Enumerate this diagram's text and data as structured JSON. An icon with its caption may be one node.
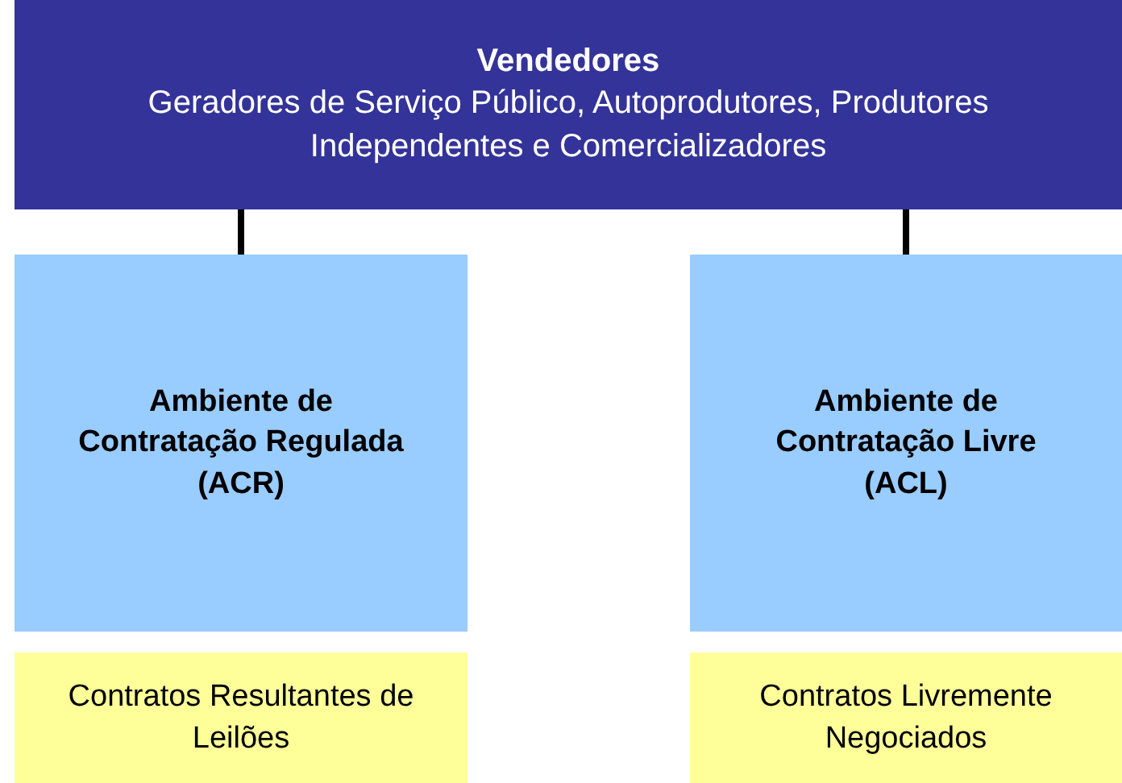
{
  "diagram": {
    "nodes": [
      {
        "text": [
          "Vendedores",
          "Geradores de Serviço Público, Autoprodutores, Produtores Independentes e Comercializadores"
        ]
      },
      {
        "text": [
          "Ambiente de Contratação Regulada (ACR)"
        ]
      },
      {
        "text": [
          "Ambiente de Contratação Livre (ACL)"
        ]
      },
      {
        "text": [
          "Contratos Resultantes de Leilões"
        ]
      },
      {
        "text": [
          "Contratos Livremente Negociados"
        ]
      }
    ],
    "edges": [
      {
        "from": 0,
        "to": 1,
        "arrow": "none"
      },
      {
        "from": 0,
        "to": 2,
        "arrow": "none"
      }
    ]
  }
}
